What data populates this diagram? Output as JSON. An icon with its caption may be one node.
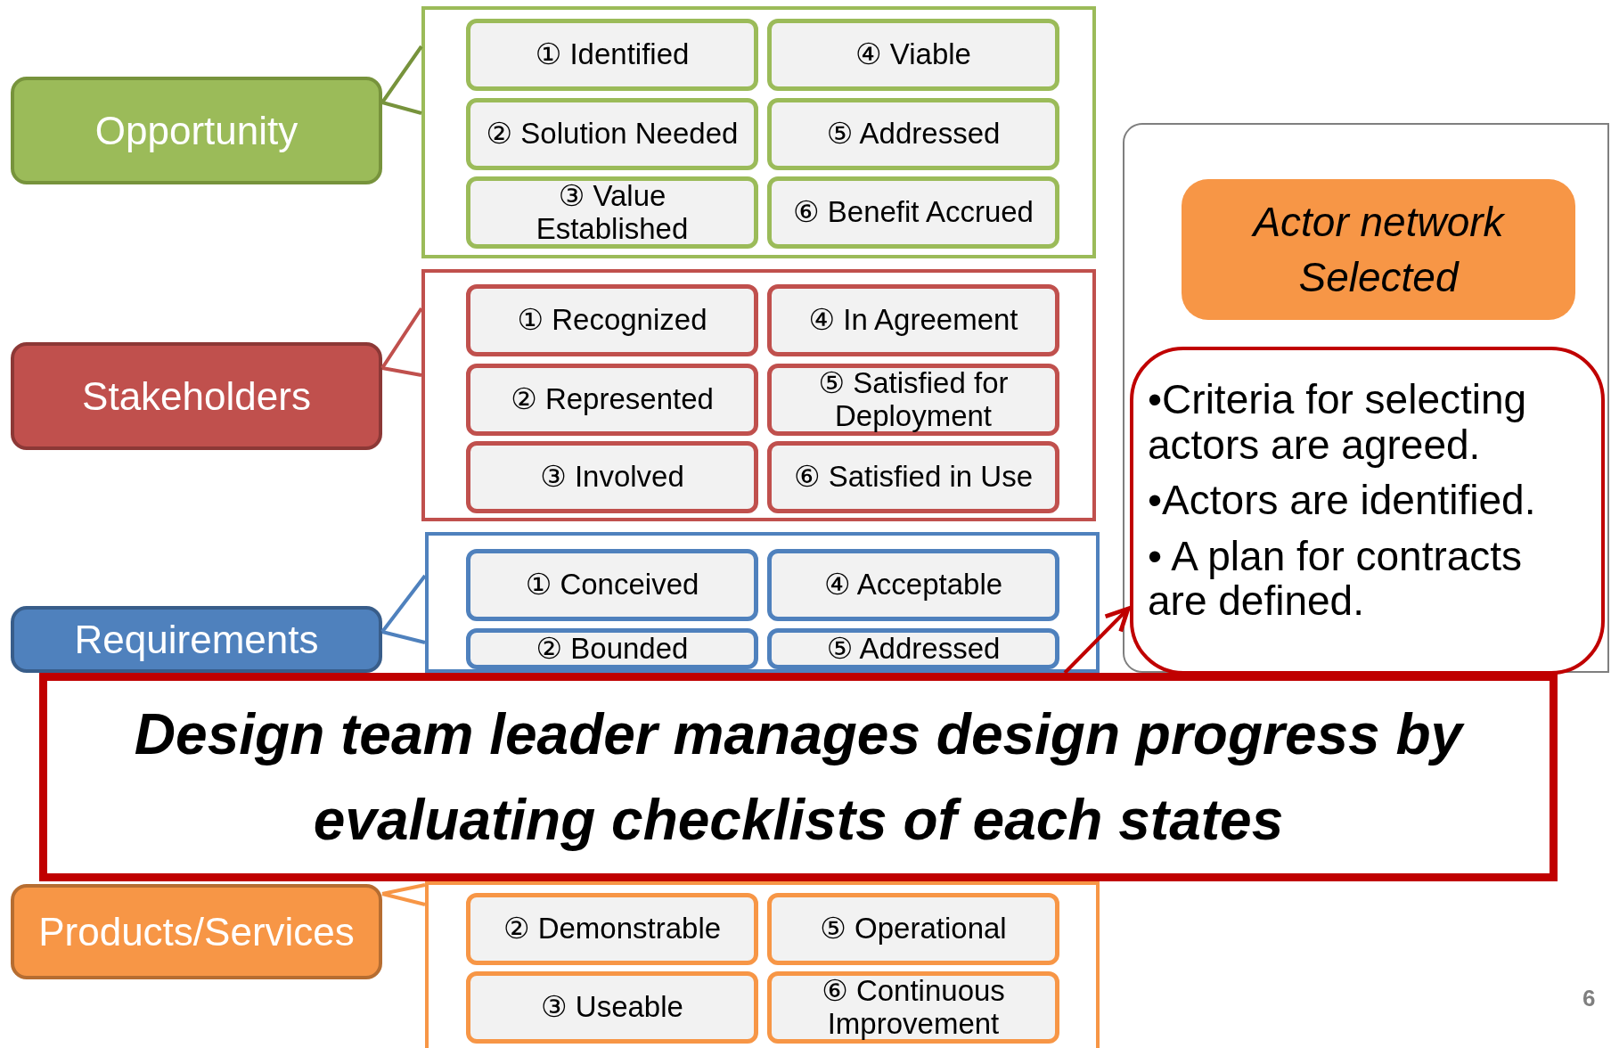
{
  "diagram": {
    "nodes": [
      {
        "text": [
          "Opportunity"
        ]
      },
      {
        "text": [],
        "shape": "box"
      },
      {
        "text": [
          "① Identified"
        ],
        "in": 1
      },
      {
        "text": [
          "④ Viable"
        ],
        "in": 1
      },
      {
        "text": [
          "② Solution Needed"
        ],
        "in": 1
      },
      {
        "text": [
          "⑤ Addressed"
        ],
        "in": 1
      },
      {
        "text": [
          "③ Value Established"
        ],
        "in": 1
      },
      {
        "text": [
          "⑥ Benefit Accrued"
        ],
        "in": 1
      },
      {
        "text": [
          "Stakeholders"
        ]
      },
      {
        "text": [],
        "shape": "box"
      },
      {
        "text": [
          "① Recognized"
        ],
        "in": 9
      },
      {
        "text": [
          "④ In Agreement"
        ],
        "in": 9
      },
      {
        "text": [
          "② Represented"
        ],
        "in": 9
      },
      {
        "text": [
          "⑤ Satisfied for Deployment"
        ],
        "in": 9
      },
      {
        "text": [
          "③ Involved"
        ],
        "in": 9
      },
      {
        "text": [
          "⑥ Satisfied in Use"
        ],
        "in": 9
      },
      {
        "text": [
          "Requirements"
        ]
      },
      {
        "text": [],
        "shape": "box"
      },
      {
        "text": [
          "① Conceived"
        ],
        "in": 17
      },
      {
        "text": [
          "④ Acceptable"
        ],
        "in": 17
      },
      {
        "text": [
          "② Bounded"
        ],
        "in": 17
      },
      {
        "text": [
          "⑤ Addressed"
        ],
        "in": 17
      },
      {
        "text": [
          "Products/Services"
        ]
      },
      {
        "text": [],
        "shape": "box"
      },
      {
        "text": [
          "② Demonstrable"
        ],
        "in": 23
      },
      {
        "text": [
          "⑤ Operational"
        ],
        "in": 23
      },
      {
        "text": [
          "③ Useable"
        ],
        "in": 23
      },
      {
        "text": [
          "⑥ Continuous Improvement"
        ],
        "in": 23
      },
      {
        "text": [],
        "shape": "box"
      },
      {
        "text": [
          "Actor network Selected"
        ],
        "in": 28
      },
      {
        "text": [
          "•Criteria for selecting actors are agreed.",
          "•Actors are identified.",
          "• A plan for contracts are defined."
        ],
        "in": 28
      },
      {
        "text": [
          "*Design team leader* manages design progress by evaluating checklists of each states"
        ]
      }
    ],
    "edges": [
      {
        "from": 0,
        "to": 1,
        "arrow": "none",
        "color": "#77933c"
      },
      {
        "from": 8,
        "to": 9,
        "arrow": "none",
        "color": "#c0504d"
      },
      {
        "from": 16,
        "to": 17,
        "arrow": "none",
        "color": "#4f81bd"
      },
      {
        "from": 22,
        "to": 23,
        "arrow": "none",
        "color": "#f79646"
      },
      {
        "from": 31,
        "to": 30,
        "arrow": "to",
        "color": "#c00000"
      }
    ],
    "labels": [
      "6"
    ]
  }
}
